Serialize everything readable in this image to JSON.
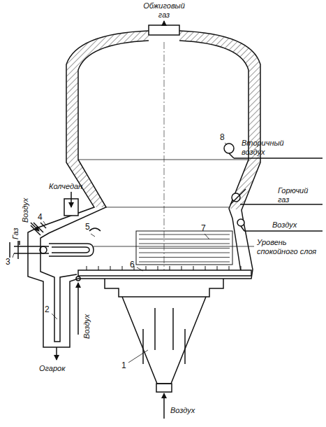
{
  "diagram": {
    "labels": [
      "Обжиговый газ",
      "Вторичный воздух",
      "Горючий газ",
      "Воздух",
      "Уровень спокойного слоя",
      "Колчедан",
      "4",
      "Воздух",
      "Газ",
      "5",
      "3",
      "6",
      "7",
      "8",
      "2",
      "Воздух",
      "Огарок",
      "1",
      "Воздух"
    ]
  }
}
